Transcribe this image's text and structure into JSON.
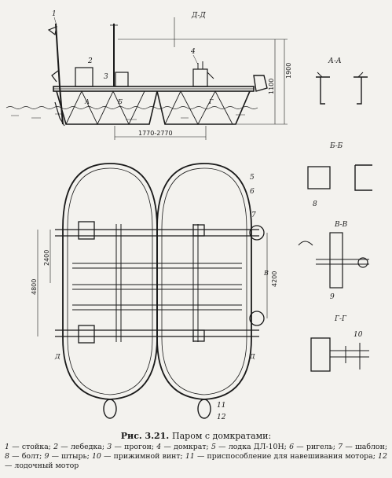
{
  "figure": {
    "number": "Рис. 3.21.",
    "title": "Паром с домкратами:",
    "legend": [
      {
        "n": "1",
        "text": "стойка;"
      },
      {
        "n": "2",
        "text": "лебедка;"
      },
      {
        "n": "3",
        "text": "прогон;"
      },
      {
        "n": "4",
        "text": "домкрат;"
      },
      {
        "n": "5",
        "text": "лодка ДЛ-10Н;"
      },
      {
        "n": "6",
        "text": "ригель;"
      },
      {
        "n": "7",
        "text": "шаблон;"
      },
      {
        "n": "8",
        "text": "болт;"
      },
      {
        "n": "9",
        "text": "штырь;"
      },
      {
        "n": "10",
        "text": "прижимной винт;"
      },
      {
        "n": "11",
        "text": "приспособление для навешивания мотора;"
      },
      {
        "n": "12",
        "text": "лодочный мотор"
      }
    ]
  },
  "drawing": {
    "section_labels": {
      "dd": "Д-Д",
      "aa": "А-А",
      "bb": "Б-Б",
      "vv": "В-В",
      "gg": "Г-Г",
      "d_mark": "Д",
      "a_mark": "А",
      "b_mark": "Б",
      "v_mark": "В",
      "g_mark": "Г"
    },
    "dimensions": {
      "span": "1770-2770",
      "h1": "1100",
      "h2": "1900",
      "w1": "2400",
      "w2": "4800",
      "w3": "4200"
    },
    "callouts": [
      "1",
      "2",
      "3",
      "4",
      "5",
      "6",
      "7",
      "8",
      "9",
      "10",
      "11",
      "12"
    ]
  }
}
